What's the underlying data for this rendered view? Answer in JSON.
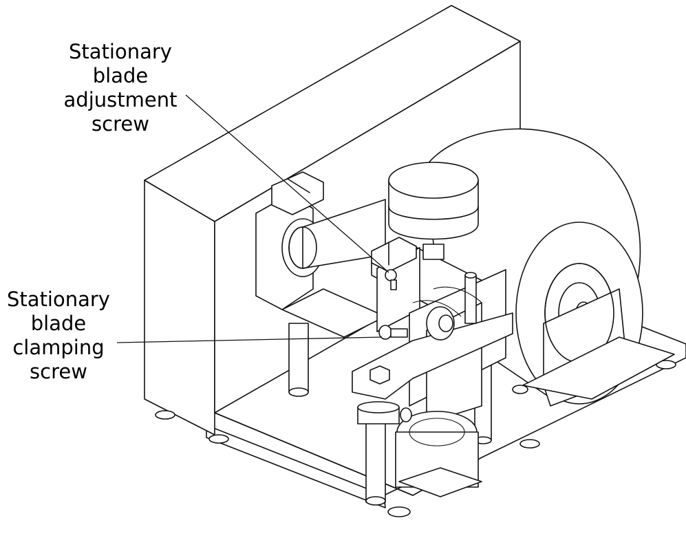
{
  "figure": {
    "callouts": [
      {
        "id": "adjustment",
        "lines": [
          "Stationary",
          "blade",
          "adjustment",
          "screw"
        ]
      },
      {
        "id": "clamping",
        "lines": [
          "Stationary",
          "blade",
          "clamping",
          "screw"
        ]
      }
    ],
    "line_color": "#111111",
    "background": "#ffffff"
  }
}
